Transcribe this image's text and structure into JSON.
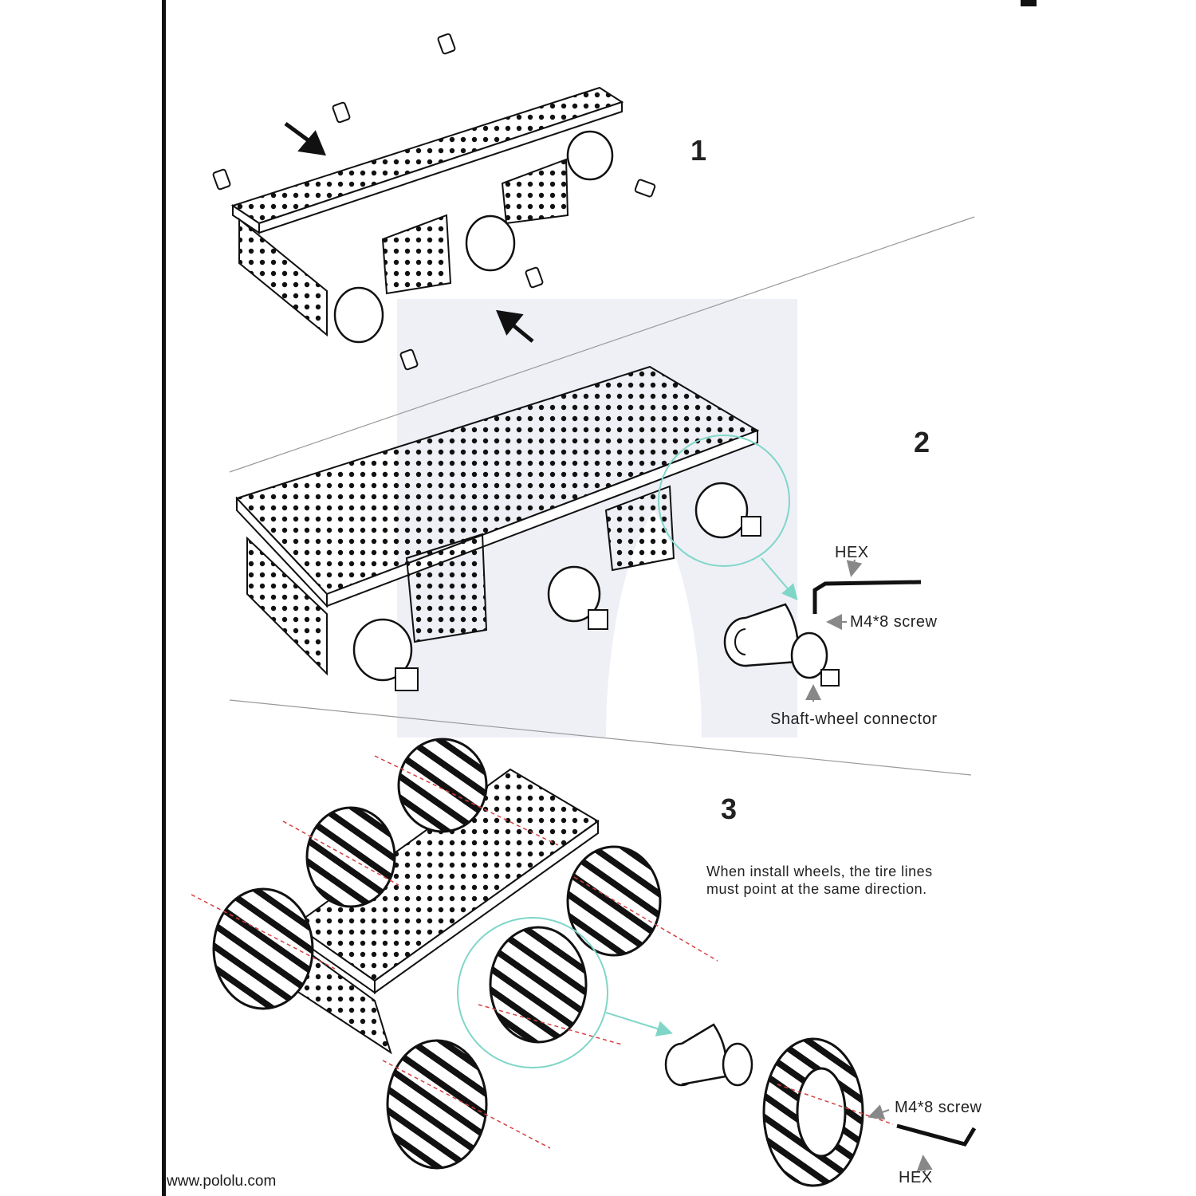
{
  "steps": [
    {
      "number": "1"
    },
    {
      "number": "2",
      "labels": {
        "hex": "HEX",
        "screw": "M4*8 screw",
        "connector": "Shaft-wheel connector"
      }
    },
    {
      "number": "3",
      "labels": {
        "note": "When install wheels, the tire lines must point at the same direction.",
        "screw": "M4*8 screw",
        "hex": "HEX"
      }
    }
  ],
  "watermark": {
    "text": "olu",
    "color": "#cfd3e6"
  },
  "footer": {
    "url": "www.pololu.com"
  },
  "colors": {
    "ink": "#111111",
    "callout_circle": "#7fd6c8",
    "axis_dash": "#d64040",
    "gray_arrow": "#888888"
  }
}
